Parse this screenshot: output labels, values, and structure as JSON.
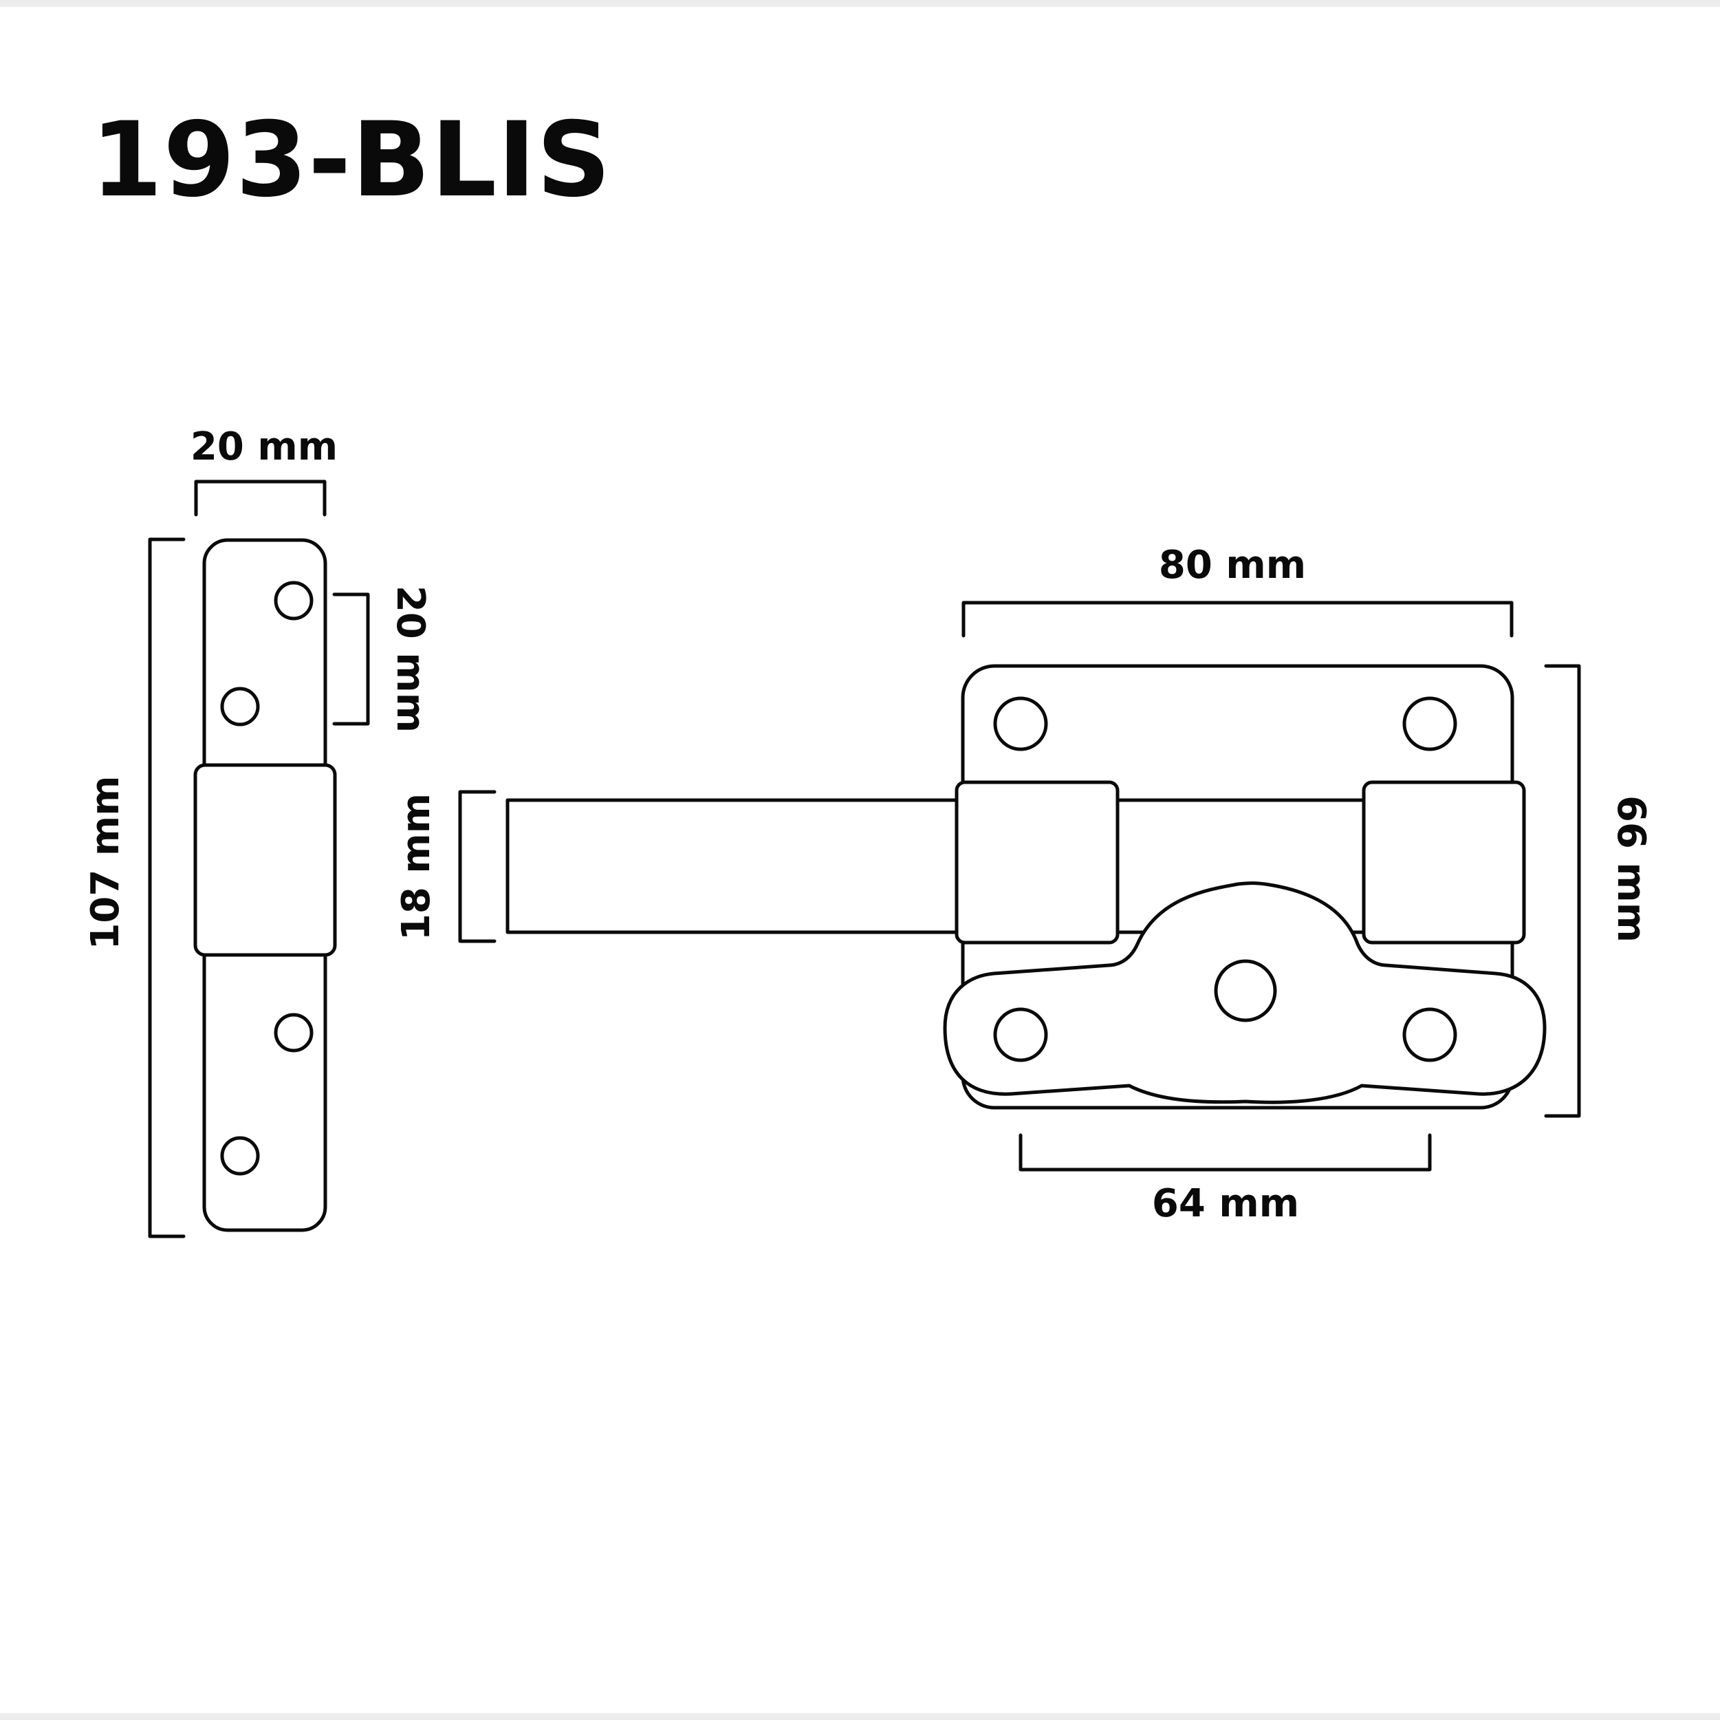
{
  "title": "193-BLIS",
  "colors": {
    "ink": "#0a0a0a",
    "background": "#ffffff",
    "edge": "#ececec"
  },
  "side_view": {
    "width_label": "20 mm",
    "height_label": "107 mm",
    "hole_spacing_label": "20 mm"
  },
  "front_view": {
    "plate_width_label": "80 mm",
    "plate_height_label": "66 mm",
    "bolt_height_label": "18 mm",
    "hole_spacing_label": "64 mm"
  }
}
